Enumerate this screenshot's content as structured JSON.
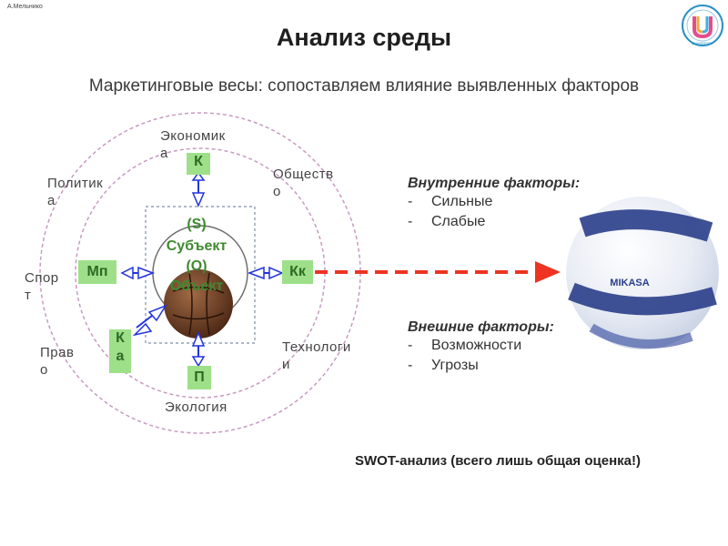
{
  "slide": {
    "author": "А.Мельнико",
    "title": "Анализ среды",
    "subtitle": "Маркетинговые весы: сопоставляем влияние выявленных факторов"
  },
  "diagram": {
    "outer_labels": {
      "economy_1": "Экономик",
      "economy_2": "а",
      "politics_1": "Политик",
      "politics_2": "а",
      "society_1": "Обществ",
      "society_2": "о",
      "sport_1": "Спор",
      "sport_2": "т",
      "law_1": "Прав",
      "law_2": "о",
      "tech_1": "Технологи",
      "tech_2": "и",
      "ecology": "Экология"
    },
    "boxes": {
      "top": "К",
      "left": "Мп",
      "right": "Кк",
      "bottom_left_1": "К",
      "bottom_left_2": "а",
      "bottom": "П"
    },
    "center": {
      "s_label": "(S)",
      "subject": "Субъект",
      "o_label": "(O)",
      "object": "Объект"
    }
  },
  "factors": {
    "internal_title": "Внутренние факторы:",
    "internal_items": [
      "Сильные",
      "Слабые"
    ],
    "external_title": "Внешние факторы:",
    "external_items": [
      "Возможности",
      "Угрозы"
    ],
    "dash": "-"
  },
  "swot_note": "SWOT-анализ (всего лишь общая оценка!)",
  "logo_text": "UNIVERSITY",
  "ball_brand": "MIKASA",
  "colors": {
    "circle_border": "#c79bc0",
    "box_green": "#9ee08a",
    "text_green": "#3e8a2f",
    "arrow_blue": "#2233dd",
    "arrow_red": "#ee3322"
  }
}
